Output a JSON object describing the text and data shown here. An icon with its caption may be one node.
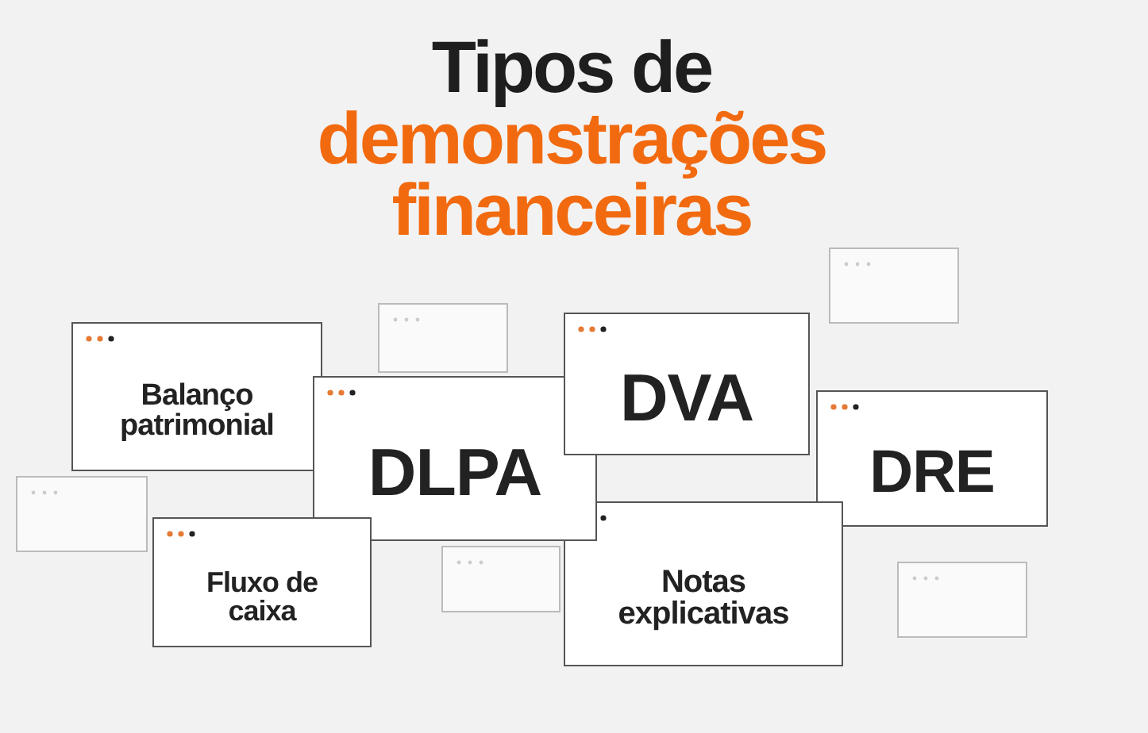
{
  "diagram": {
    "title": "Tipos de **demonstrações financeiras**",
    "nodes": [
      {
        "text": [
          "Balanço patrimonial"
        ]
      },
      {
        "text": [
          "DLPA"
        ]
      },
      {
        "text": [
          "DVA"
        ]
      },
      {
        "text": [
          "DRE"
        ]
      },
      {
        "text": [
          "Fluxo de caixa"
        ]
      },
      {
        "text": [
          "Notas explicativas"
        ]
      },
      {
        "text": [],
        "shape": "box"
      },
      {
        "text": [],
        "shape": "box"
      },
      {
        "text": [],
        "shape": "box"
      },
      {
        "text": [],
        "shape": "box"
      },
      {
        "text": [],
        "shape": "box"
      }
    ]
  }
}
